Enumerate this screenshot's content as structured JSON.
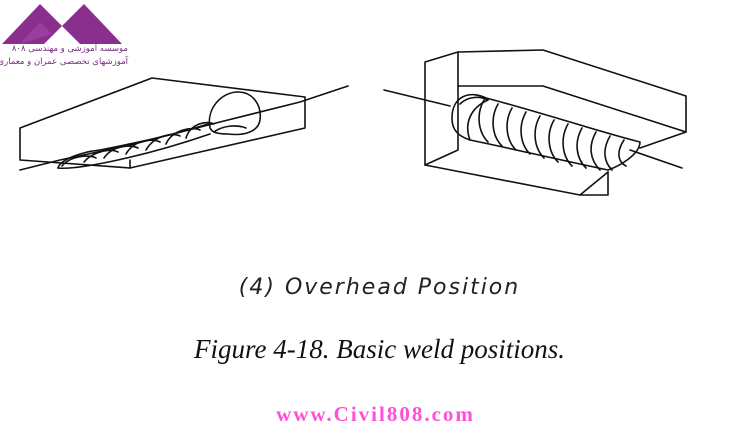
{
  "logo": {
    "icon": "institute-logo-triangles",
    "line1": "موسسه آموزشی و مهندسی ۸۰۸",
    "line2": "آموزشهای تخصصی عمران و معماری",
    "color": "#7a2a80"
  },
  "diagram": {
    "left_figure": "overhead-fillet-weld-stringer-beads",
    "right_figure": "overhead-fillet-weld-weave-bead"
  },
  "position_label": "(4)  Overhead  Position",
  "figure_caption": "Figure 4-18.  Basic weld positions.",
  "watermark": {
    "text": "www.Civil808.com",
    "color": "#ff4fd8"
  }
}
